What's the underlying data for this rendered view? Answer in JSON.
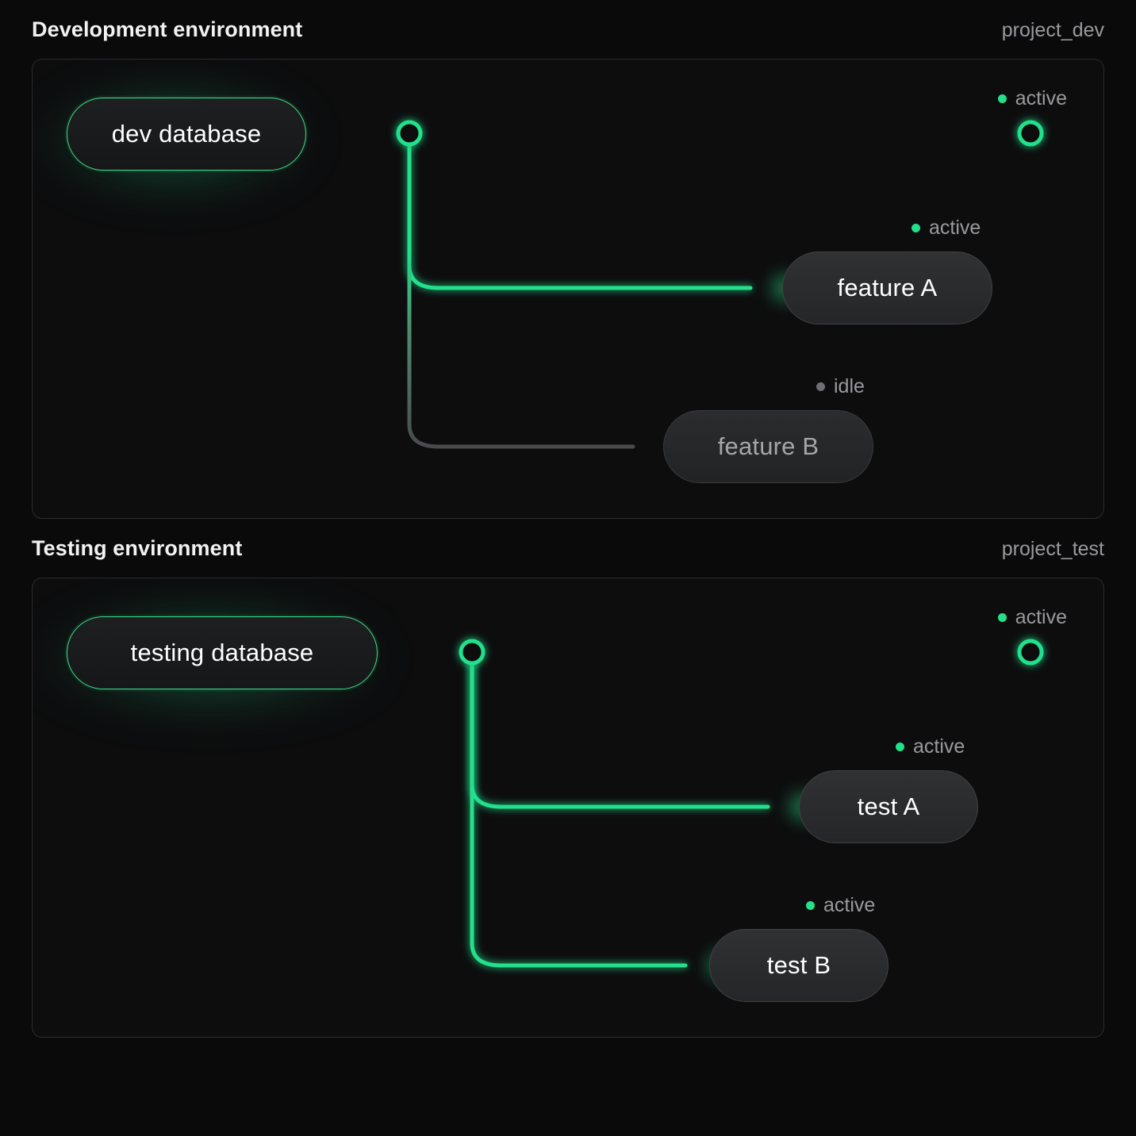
{
  "theme": {
    "background": "#0a0a0b",
    "card_background": "#0d0d0e",
    "card_border": "#2c2c2f",
    "accent_green": "#23e08c",
    "line_active": "#23e08c",
    "line_idle": "#4a4a4d",
    "text_primary": "#f2f2f3",
    "text_muted": "#9a9a9e"
  },
  "sections": [
    {
      "id": "development",
      "title": "Development environment",
      "project": "project_dev",
      "source": {
        "label": "dev database",
        "state": "active"
      },
      "endpoint": {
        "status": "active",
        "state": "active"
      },
      "branches": [
        {
          "label": "feature A",
          "status": "active",
          "state": "active"
        },
        {
          "label": "feature B",
          "status": "idle",
          "state": "idle"
        }
      ]
    },
    {
      "id": "testing",
      "title": "Testing environment",
      "project": "project_test",
      "source": {
        "label": "testing database",
        "state": "active"
      },
      "endpoint": {
        "status": "active",
        "state": "active"
      },
      "branches": [
        {
          "label": "test A",
          "status": "active",
          "state": "active"
        },
        {
          "label": "test B",
          "status": "active",
          "state": "active"
        }
      ]
    }
  ]
}
